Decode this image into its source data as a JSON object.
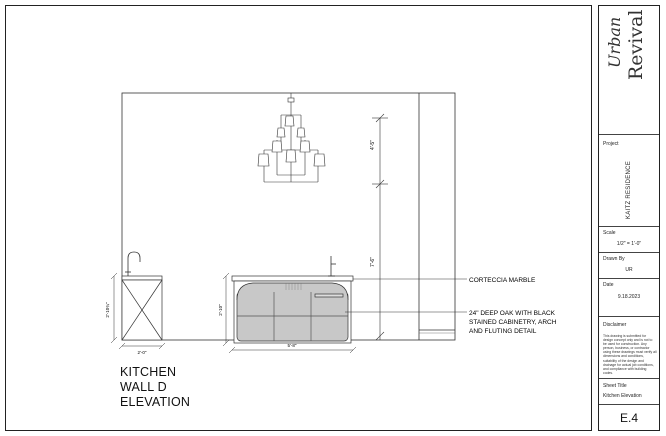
{
  "drawing": {
    "title_lines": [
      "KITCHEN",
      "WALL D",
      "ELEVATION"
    ],
    "callouts": {
      "marble": "CORTECCIA MARBLE",
      "cabinet_lines": [
        "24\" DEEP OAK WITH BLACK",
        "STAINED CABINETRY, ARCH",
        "AND FLUTING DETAIL"
      ]
    },
    "dimensions": {
      "upper_height": "4'-5\"",
      "lower_height": "7'-6\"",
      "base_height": "2'-10\"",
      "sink_height": "2'-10¾\"",
      "sink_width": "2'-0\"",
      "island_width": "5'-8\""
    }
  },
  "title_block": {
    "logo_line1": "Urban",
    "logo_line2": "Revival",
    "project_label": "Project",
    "project_name": "KAITZ RESIDENCE",
    "scale_label": "Scale",
    "scale_value": "1/2\" = 1'-0\"",
    "drawn_by_label": "Drawn By",
    "drawn_by_value": "UR",
    "date_label": "Date",
    "date_value": "9.18.2023",
    "disclaimer_label": "Disclaimer",
    "disclaimer_text": "This drawing is submitted for design concept only and is not to be used for construction. Any person, business, or contractor using these drawings must verify all dimensions and conditions, suitability of the design and drainage for actual job conditions, and compliance with building codes.",
    "sheet_title_label": "Sheet Title",
    "sheet_title_value": "Kitchen Elevation",
    "sheet_number": "E.4"
  }
}
